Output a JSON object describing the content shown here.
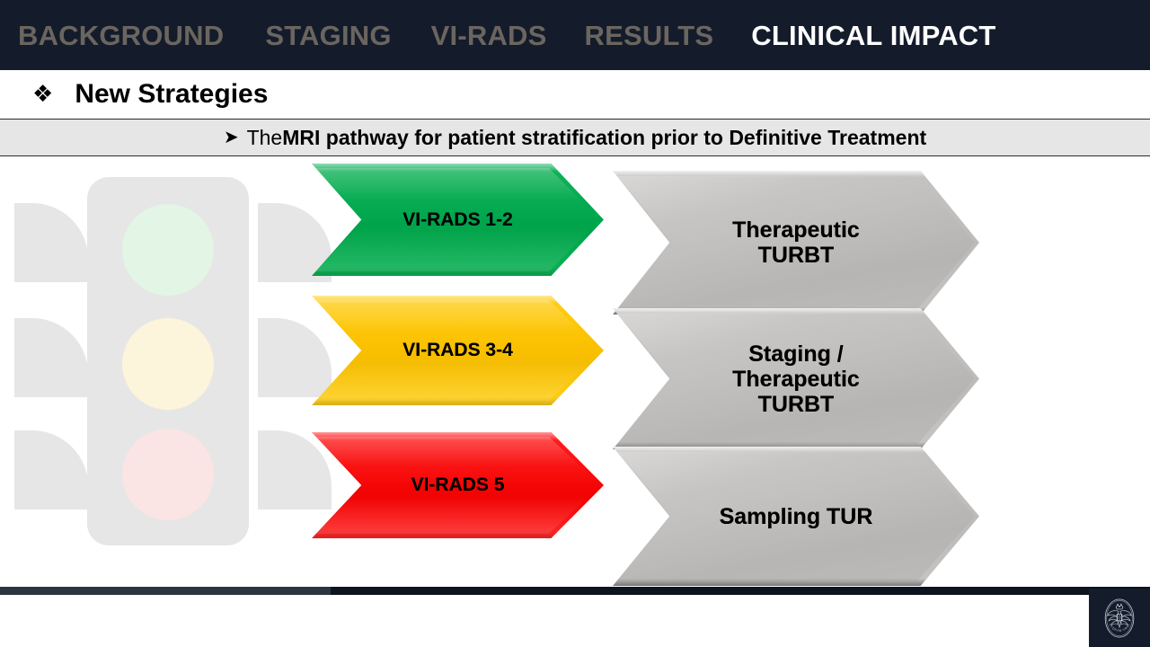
{
  "nav": {
    "items": [
      {
        "label": "BACKGROUND",
        "active": false
      },
      {
        "label": "STAGING",
        "active": false
      },
      {
        "label": "VI-RADS",
        "active": false
      },
      {
        "label": "RESULTS",
        "active": false
      },
      {
        "label": "CLINICAL IMPACT",
        "active": true
      }
    ],
    "background_color": "#141c2b",
    "inactive_color": "#6b6560",
    "active_color": "#ffffff"
  },
  "heading": {
    "bullet": "❖",
    "text": "New Strategies"
  },
  "subtitle": {
    "arrow": "➤",
    "lead": "The ",
    "emphasis": "MRI pathway for patient stratification prior to Definitive Treatment",
    "background_color": "#e7e6e6"
  },
  "traffic_light": {
    "label": "traffic-light-watermark",
    "body_color": "#e6e6e6",
    "lamps": [
      {
        "name": "green-lamp",
        "color": "#e3f5e5"
      },
      {
        "name": "yellow-lamp",
        "color": "#fdf4dc"
      },
      {
        "name": "red-lamp",
        "color": "#fbe4e4"
      }
    ]
  },
  "flow": {
    "rows": [
      {
        "category": "VI-RADS 1-2",
        "category_color": "#00a84e",
        "treatment": "Therapeutic\nTURBT",
        "treatment_line1": "Therapeutic",
        "treatment_line2": "TURBT",
        "treatment_line3": "",
        "treatment_color": "#c2c0be"
      },
      {
        "category": "VI-RADS 3-4",
        "category_color": "#fcc200",
        "treatment": "Staging /\nTherapeutic\nTURBT",
        "treatment_line1": "Staging /",
        "treatment_line2": "Therapeutic",
        "treatment_line3": "TURBT",
        "treatment_color": "#c2c0be"
      },
      {
        "category": "VI-RADS 5",
        "category_color": "#f20000",
        "treatment": "Sampling TUR",
        "treatment_line1": "Sampling TUR",
        "treatment_line2": "",
        "treatment_line3": "",
        "treatment_color": "#c2c0be"
      }
    ]
  },
  "footer": {
    "rule_left_color": "#2b3440",
    "rule_right_color": "#0d141f",
    "logo_name": "university-crest-logo",
    "logo_motto": "STVDIVM VRBIS",
    "logo_background": "#141c2b"
  }
}
